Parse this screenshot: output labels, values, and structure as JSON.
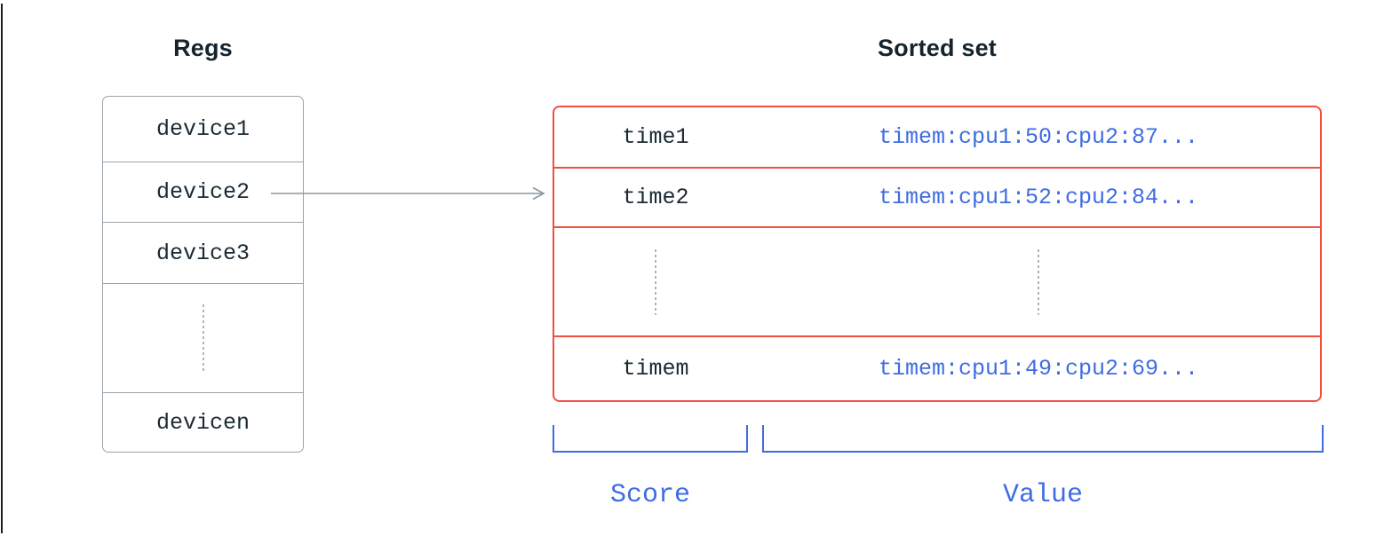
{
  "colors": {
    "accent_red": "#f2503f",
    "accent_blue": "#3e6ce1",
    "text_dark": "#16242e",
    "border_gray": "#9aa4ab",
    "arrow_gray": "#8b97a1",
    "dots_gray": "#aeb6bc"
  },
  "regs": {
    "title": "Regs",
    "items": [
      "device1",
      "device2",
      "device3",
      "devicen"
    ]
  },
  "sorted_set": {
    "title": "Sorted set",
    "rows": [
      {
        "score": "time1",
        "value": "timem:cpu1:50:cpu2:87..."
      },
      {
        "score": "time2",
        "value": "timem:cpu1:52:cpu2:84..."
      },
      {
        "score": "timem",
        "value": "timem:cpu1:49:cpu2:69..."
      }
    ],
    "labels": {
      "score": "Score",
      "value": "Value"
    }
  }
}
